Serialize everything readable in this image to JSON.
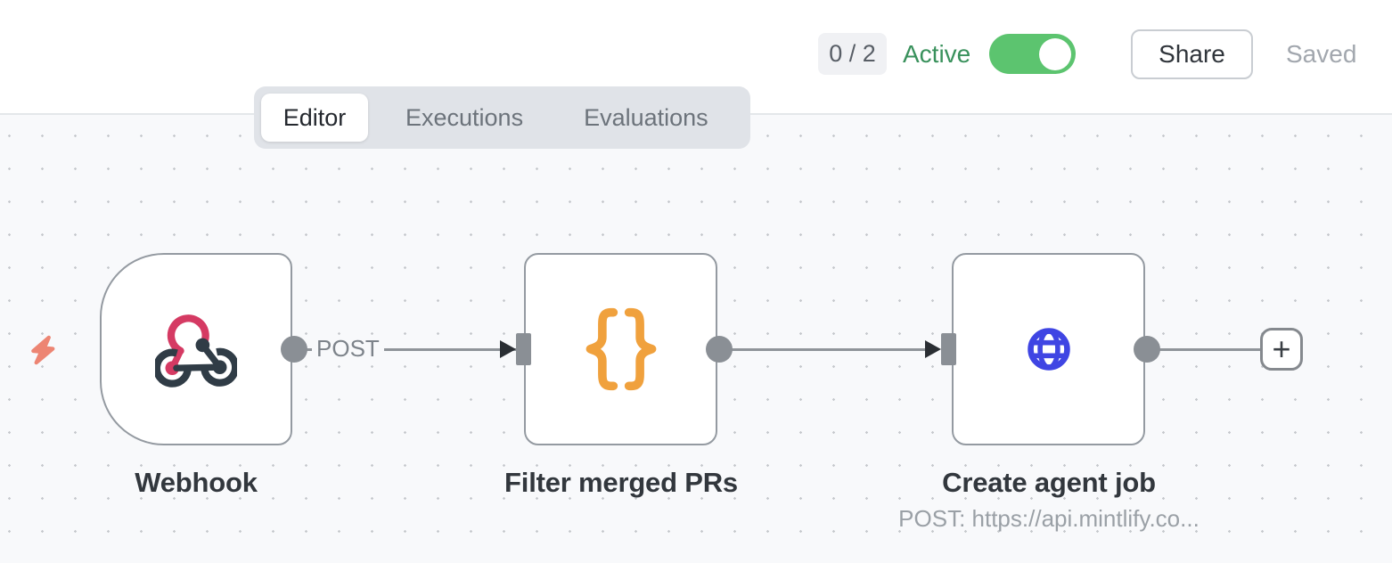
{
  "header": {
    "execution_counter": "0 / 2",
    "active_toggle_label": "Active",
    "active_toggle_state": "on",
    "share_button_label": "Share",
    "save_status": "Saved"
  },
  "tabs": [
    {
      "label": "Editor",
      "active": true
    },
    {
      "label": "Executions",
      "active": false
    },
    {
      "label": "Evaluations",
      "active": false
    }
  ],
  "workflow": {
    "nodes": [
      {
        "name": "Webhook",
        "icon": "webhook-icon",
        "shape": "trigger-rounded-left"
      },
      {
        "name": "Filter merged PRs",
        "icon": "code-braces-icon",
        "shape": "square"
      },
      {
        "name": "Create agent job",
        "subtitle": "POST: https://api.mintlify.co...",
        "icon": "globe-icon",
        "shape": "square"
      }
    ],
    "connections": [
      {
        "from": "Webhook",
        "to": "Filter merged PRs",
        "label": "POST"
      },
      {
        "from": "Filter merged PRs",
        "to": "Create agent job",
        "label": ""
      }
    ],
    "add_node_icon": "+"
  },
  "colors": {
    "active_green": "#39915c",
    "toggle_green": "#5cc46f",
    "webhook_pink": "#d53a63",
    "webhook_dark": "#303c46",
    "code_orange": "#f0a13d",
    "http_blue": "#3f45e3",
    "bolt_coral": "#ed8573",
    "canvas_bg": "#f8f9fb"
  }
}
